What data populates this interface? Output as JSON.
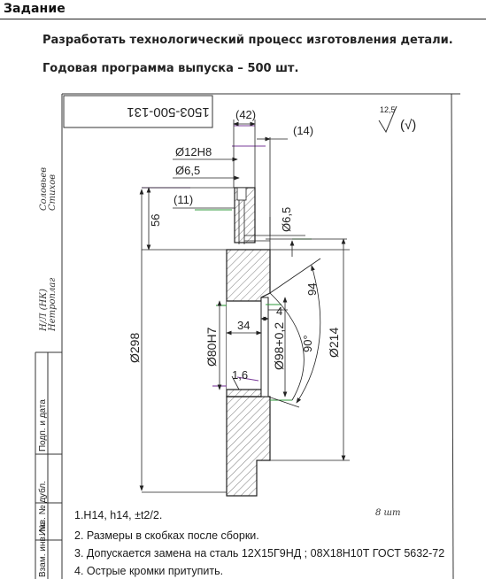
{
  "header": {
    "title": "Задание"
  },
  "task": {
    "line1": "Разработать технологический процесс изготовления детали.",
    "line2": "Годовая программа выпуска – 500 шт."
  },
  "drawing": {
    "designation": "1503-500-131",
    "roughness": {
      "value": "12,5",
      "suffix": "(√)"
    },
    "dimensions": {
      "width_42": "(42)",
      "width_14": "(14)",
      "bore_12h8": "Ø12H8",
      "bore_6_5": "Ø6,5",
      "bore_6_5_vert": "Ø6,5",
      "depth_11": "(11)",
      "height_56": "56",
      "dia_298": "Ø298",
      "dia_80h7": "Ø80H7",
      "dia_98": "Ø98+0,2",
      "dia_214": "Ø214",
      "len_34": "34",
      "len_4": "4",
      "chord_94": "94",
      "angle_90": "90°",
      "chamfer_1_6": "1,6"
    },
    "side_labels": [
      "Взам. инв. №",
      "Инв. № дубл.",
      "Подп. и дата",
      "Н/Л (НК)",
      "Нетроплаг",
      "Соловьев",
      "Стихов"
    ],
    "notes": [
      "1.H14, h14, ±t2/2.",
      "2. Размеры в скобках после сборки.",
      "3. Допускается замена на сталь 12Х15Г9НД ; 08Х18Н10Т ГОСТ 5632-72",
      "4. Острые кромки притупить."
    ],
    "handwritten": "8 шт"
  }
}
